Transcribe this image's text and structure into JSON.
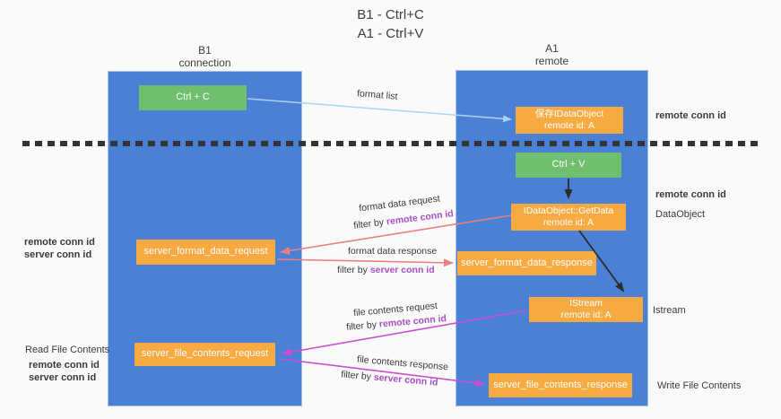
{
  "title": {
    "line1": "B1 - Ctrl+C",
    "line2": "A1 - Ctrl+V"
  },
  "columns": {
    "left": {
      "title": "B1",
      "subtitle": "connection"
    },
    "right": {
      "title": "A1",
      "subtitle": "remote"
    }
  },
  "boxes": {
    "ctrl_c": {
      "label": "Ctrl + C"
    },
    "save_idataobject": {
      "line1": "保存IDataObject",
      "line2": "remote id: A"
    },
    "ctrl_v": {
      "label": "Ctrl + V"
    },
    "getdata": {
      "line1": "IDataObject::GetData",
      "line2": "remote id: A"
    },
    "server_format_data_request": {
      "label": "server_format_data_request"
    },
    "server_format_data_response": {
      "label": "server_format_data_response"
    },
    "istream": {
      "line1": "IStream",
      "line2": "remote id: A"
    },
    "server_file_contents_request": {
      "label": "server_file_contents_request"
    },
    "server_file_contents_response": {
      "label": "server_file_contents_response"
    }
  },
  "flow_labels": {
    "format_list": "format list",
    "format_data_request": "format data request",
    "format_data_response": "format data response",
    "file_contents_request": "file contents request",
    "file_contents_response": "file contents response",
    "filter_by": "filter by",
    "remote_conn_id": "remote conn id",
    "server_conn_id": "server conn id"
  },
  "side_labels": {
    "remote_conn_id": "remote conn id",
    "server_conn_id": "server conn id",
    "dataobject": "DataObject",
    "istream": "Istream",
    "read_file_contents": "Read File Contents",
    "write_file_contents": "Write File Contents"
  },
  "colors": {
    "background": "#fafafa",
    "column_blue": "#4a80d6",
    "box_green": "#6fbf6f",
    "box_orange": "#f7a942",
    "label_purple": "#a64fc5",
    "label_green": "#5cb567",
    "arrow_lightblue": "#a9d4f2",
    "arrow_red": "#e88080",
    "arrow_magenta": "#cc4ed0",
    "arrow_black": "#2b2b2b",
    "text_dark": "#3d3d3d"
  }
}
